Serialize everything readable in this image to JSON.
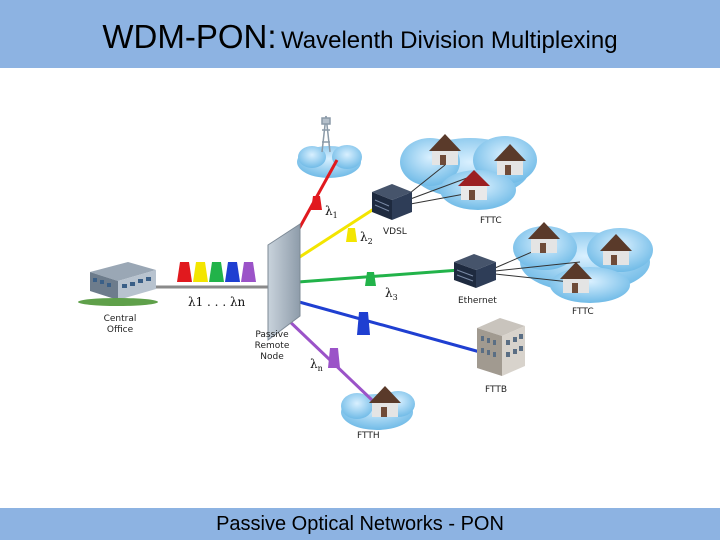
{
  "slide": {
    "title_main": "WDM-PON:",
    "title_sub": "Wavelenth Division Multiplexing",
    "footer": "Passive Optical Networks - PON"
  },
  "labels": {
    "central_office_1": "Central",
    "central_office_2": "Office",
    "remote_node_1": "Passive",
    "remote_node_2": "Remote",
    "remote_node_3": "Node",
    "vdsl": "VDSL",
    "ethernet": "Ethernet",
    "fttc_top": "FTTC",
    "fttc_right": "FTTC",
    "fttb": "FTTB",
    "ftth": "FTTH"
  },
  "wavelengths": {
    "l1": "λ",
    "l1_sub": "1",
    "l2": "λ",
    "l2_sub": "2",
    "l3": "λ",
    "l3_sub": "3",
    "ln": "λ",
    "ln_sub": "n",
    "range": "λ1 . . . λn"
  },
  "colors": {
    "header": "#8db3e2",
    "red": "#e1191e",
    "yellow": "#f3e500",
    "green": "#22b34a",
    "blue": "#1f3fd1",
    "purple": "#9b53c8",
    "cloud": "#6bbbe6",
    "feeder": "#8a8a8a"
  }
}
